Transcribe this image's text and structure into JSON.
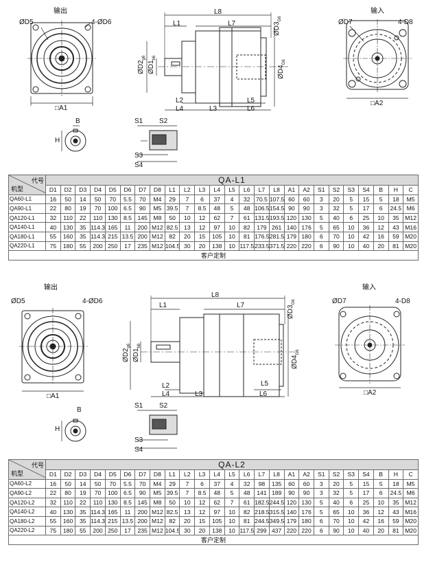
{
  "labels": {
    "output": "输出",
    "input": "输入",
    "d5": "ØD5",
    "d6": "4-ØD6",
    "d7": "ØD7",
    "d8": "4-D8",
    "a1": "□A1",
    "a2": "□A2",
    "l1": "L1",
    "l2": "L2",
    "l3": "L3",
    "l4": "L4",
    "l5": "L5",
    "l6": "L6",
    "l7": "L7",
    "l8": "L8",
    "d3": "ØD3",
    "d3sub": "G6",
    "d2": "ØD2",
    "d2sub": "g6",
    "d1": "ØD1",
    "d1sub": "h6",
    "d4": "ØD4",
    "d4sub": "G6",
    "b": "B",
    "h": "H",
    "s1": "S1",
    "s2": "S2",
    "s3": "S3",
    "s4": "S4"
  },
  "table_header": {
    "code": "代号",
    "model": "机型",
    "columns": [
      "D1",
      "D2",
      "D3",
      "D4",
      "D5",
      "D6",
      "D7",
      "D8",
      "L1",
      "L2",
      "L3",
      "L4",
      "L5",
      "L6",
      "L7",
      "L8",
      "A1",
      "A2",
      "S1",
      "S2",
      "S3",
      "S4",
      "B",
      "H",
      "C"
    ],
    "custom": "客户定制"
  },
  "table_l1": {
    "title": "QA-L1",
    "rows": [
      [
        "QA60-L1",
        "16",
        "50",
        "14",
        "50",
        "70",
        "5.5",
        "70",
        "M4",
        "29",
        "7",
        "6",
        "37",
        "4",
        "32",
        "70.5",
        "107.5",
        "60",
        "60",
        "3",
        "20",
        "5",
        "15",
        "5",
        "18",
        "M5"
      ],
      [
        "QA90-L1",
        "22",
        "80",
        "19",
        "70",
        "100",
        "6.5",
        "90",
        "M5",
        "39.5",
        "7",
        "8.5",
        "48",
        "5",
        "48",
        "106.5",
        "154.5",
        "90",
        "90",
        "3",
        "32",
        "5",
        "17",
        "6",
        "24.5",
        "M6"
      ],
      [
        "QA120-L1",
        "32",
        "110",
        "22",
        "110",
        "130",
        "8.5",
        "145",
        "M8",
        "50",
        "10",
        "12",
        "62",
        "7",
        "61",
        "131.5",
        "193.5",
        "120",
        "130",
        "5",
        "40",
        "6",
        "25",
        "10",
        "35",
        "M12"
      ],
      [
        "QA140-L1",
        "40",
        "130",
        "35",
        "114.3",
        "165",
        "11",
        "200",
        "M12",
        "82.5",
        "13",
        "12",
        "97",
        "10",
        "82",
        "179",
        "261",
        "140",
        "176",
        "5",
        "65",
        "10",
        "36",
        "12",
        "43",
        "M16"
      ],
      [
        "QA180-L1",
        "55",
        "160",
        "35",
        "114.3",
        "215",
        "13.5",
        "200",
        "M12",
        "82",
        "20",
        "15",
        "105",
        "10",
        "81",
        "176.5",
        "281.5",
        "179",
        "180",
        "6",
        "70",
        "10",
        "42",
        "16",
        "59",
        "M20"
      ],
      [
        "QA220-L1",
        "75",
        "180",
        "55",
        "200",
        "250",
        "17",
        "235",
        "M12",
        "104.5",
        "30",
        "20",
        "138",
        "10",
        "117.5",
        "233.5",
        "371.5",
        "220",
        "220",
        "6",
        "90",
        "10",
        "40",
        "20",
        "81",
        "M20"
      ]
    ]
  },
  "table_l2": {
    "title": "QA-L2",
    "rows": [
      [
        "QA60-L2",
        "16",
        "50",
        "14",
        "50",
        "70",
        "5.5",
        "70",
        "M4",
        "29",
        "7",
        "6",
        "37",
        "4",
        "32",
        "98",
        "135",
        "60",
        "60",
        "3",
        "20",
        "5",
        "15",
        "5",
        "18",
        "M5"
      ],
      [
        "QA90-L2",
        "22",
        "80",
        "19",
        "70",
        "100",
        "6.5",
        "90",
        "M5",
        "39.5",
        "7",
        "8.5",
        "48",
        "5",
        "48",
        "141",
        "189",
        "90",
        "90",
        "3",
        "32",
        "5",
        "17",
        "6",
        "24.5",
        "M6"
      ],
      [
        "QA120-L2",
        "32",
        "110",
        "22",
        "110",
        "130",
        "8.5",
        "145",
        "M8",
        "50",
        "10",
        "12",
        "62",
        "7",
        "61",
        "182.5",
        "244.5",
        "120",
        "130",
        "5",
        "40",
        "6",
        "25",
        "10",
        "35",
        "M12"
      ],
      [
        "QA140-L2",
        "40",
        "130",
        "35",
        "114.3",
        "165",
        "11",
        "200",
        "M12",
        "82.5",
        "13",
        "12",
        "97",
        "10",
        "82",
        "218.5",
        "315.5",
        "140",
        "176",
        "5",
        "65",
        "10",
        "36",
        "12",
        "43",
        "M16"
      ],
      [
        "QA180-L2",
        "55",
        "160",
        "35",
        "114.3",
        "215",
        "13.5",
        "200",
        "M12",
        "82",
        "20",
        "15",
        "105",
        "10",
        "81",
        "244.5",
        "349.5",
        "179",
        "180",
        "6",
        "70",
        "10",
        "42",
        "16",
        "59",
        "M20"
      ],
      [
        "QA220-L2",
        "75",
        "180",
        "55",
        "200",
        "250",
        "17",
        "235",
        "M12",
        "104.5",
        "30",
        "20",
        "138",
        "10",
        "117.5",
        "299",
        "437",
        "220",
        "220",
        "6",
        "90",
        "10",
        "40",
        "20",
        "81",
        "M20"
      ]
    ]
  }
}
